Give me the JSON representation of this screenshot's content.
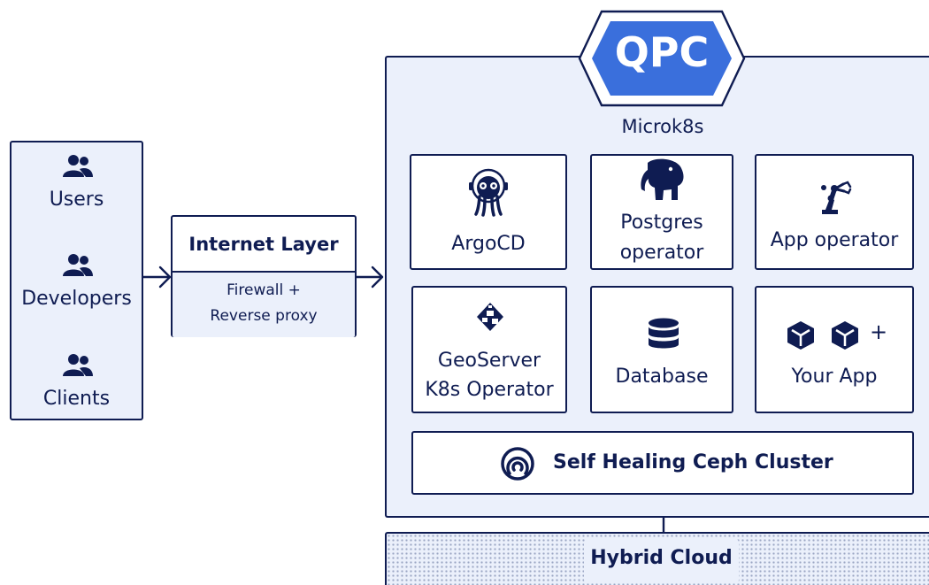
{
  "audience": {
    "items": [
      {
        "label": "Users",
        "icon": "users-icon"
      },
      {
        "label": "Developers",
        "icon": "users-icon"
      },
      {
        "label": "Clients",
        "icon": "users-icon"
      }
    ]
  },
  "internet_layer": {
    "title": "Internet Layer",
    "details": [
      "Firewall +",
      "Reverse proxy"
    ]
  },
  "qpc": {
    "badge": "QPC",
    "platform": "Microk8s",
    "components": [
      {
        "lines": [
          "ArgoCD"
        ],
        "icon": "argocd-icon"
      },
      {
        "lines": [
          "Postgres",
          "operator"
        ],
        "icon": "elephant-icon"
      },
      {
        "lines": [
          "App operator"
        ],
        "icon": "robot-arm-icon"
      },
      {
        "lines": [
          "GeoServer",
          "K8s Operator"
        ],
        "icon": "geoserver-icon"
      },
      {
        "lines": [
          "Database"
        ],
        "icon": "database-icon"
      },
      {
        "lines": [
          "Your App"
        ],
        "icon": "cube-icon",
        "extra": "+"
      }
    ],
    "storage": {
      "label": "Self Healing Ceph Cluster",
      "icon": "ceph-icon"
    }
  },
  "hybrid_cloud": {
    "label": "Hybrid Cloud"
  },
  "colors": {
    "ink": "#0f1c52",
    "accent": "#3a6fdc",
    "panel": "#ebf0fb"
  }
}
